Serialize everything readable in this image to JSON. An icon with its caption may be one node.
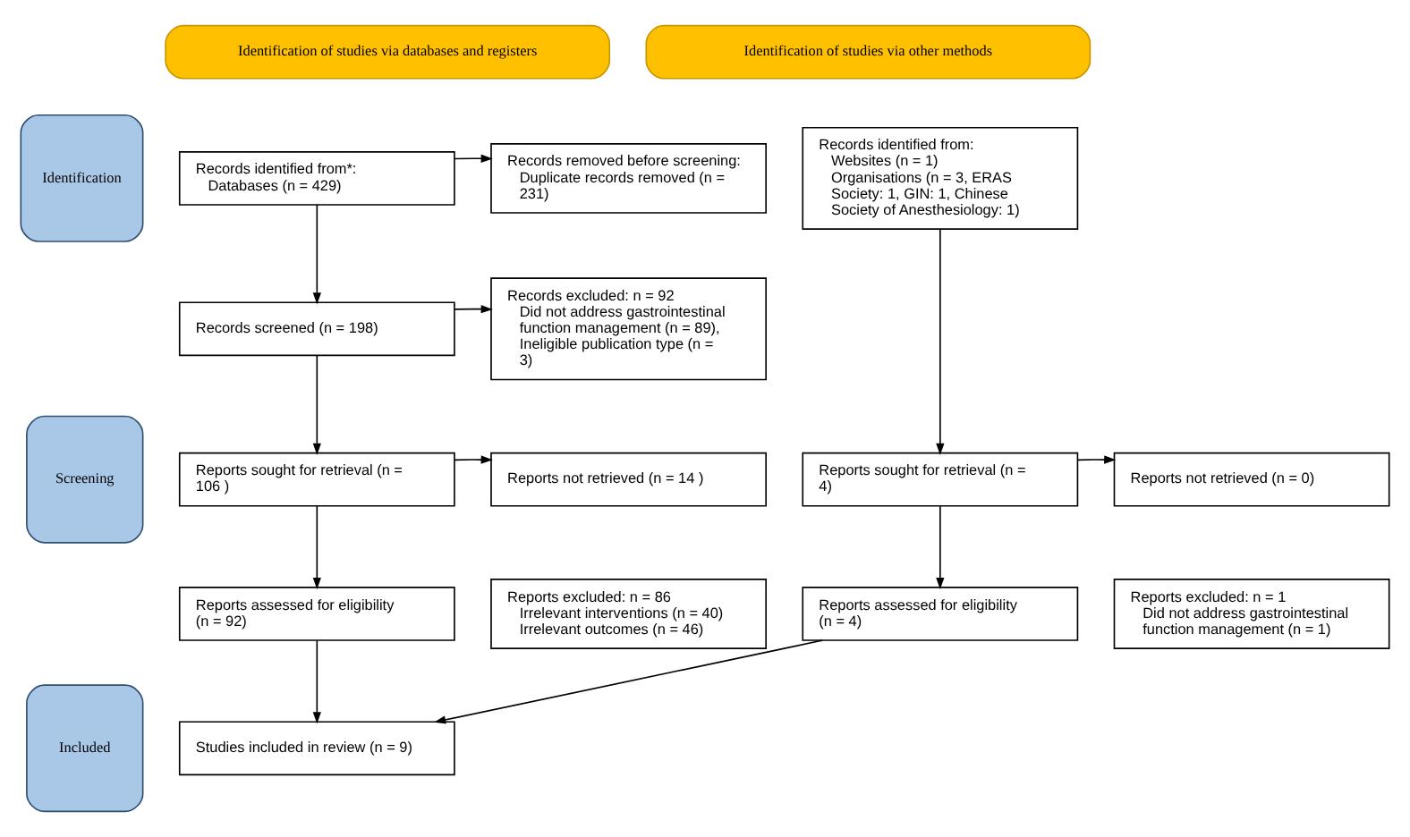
{
  "diagram": {
    "nodes": [
      {
        "text": [
          "Identification of studies via databases and registers"
        ]
      },
      {
        "text": [
          "Identification of studies via other methods"
        ]
      },
      {
        "text": [
          "Identification"
        ]
      },
      {
        "text": [
          "Screening"
        ]
      },
      {
        "text": [
          "Included"
        ]
      },
      {
        "text": [
          "Records identified from*:",
          "Databases (n = 429)"
        ]
      },
      {
        "text": [
          "Records removed before screening:",
          "Duplicate records removed (n = 231)"
        ]
      },
      {
        "text": [
          "Records screened (n = 198)"
        ]
      },
      {
        "text": [
          "Records excluded: n = 92",
          "Did not address gastrointestinal function management (n = 89),",
          "Ineligible publication type (n = 3)"
        ]
      },
      {
        "text": [
          "Reports sought for retrieval (n = 106 )"
        ]
      },
      {
        "text": [
          "Reports not retrieved (n = 14 )"
        ]
      },
      {
        "text": [
          "Reports assessed for eligibility (n = 92)"
        ]
      },
      {
        "text": [
          "Reports excluded: n = 86",
          "Irrelevant interventions (n = 40)",
          "Irrelevant outcomes (n = 46)"
        ]
      },
      {
        "text": [
          "Studies included in review (n = 9)"
        ]
      },
      {
        "text": [
          "Records identified from:",
          "Websites (n = 1)",
          "Organisations (n = 3, ERAS Society: 1, GIN: 1, Chinese Society of Anesthesiology: 1)"
        ]
      },
      {
        "text": [
          "Reports sought for retrieval (n = 4)"
        ]
      },
      {
        "text": [
          "Reports not retrieved (n = 0)"
        ]
      },
      {
        "text": [
          "Reports assessed for eligibility (n = 4)"
        ]
      },
      {
        "text": [
          "Reports excluded: n = 1",
          "Did not address gastrointestinal function management (n = 1)"
        ]
      }
    ],
    "edges": [
      {
        "from": 5,
        "to": 6,
        "arrow": "to"
      },
      {
        "from": 5,
        "to": 7,
        "arrow": "to"
      },
      {
        "from": 7,
        "to": 8,
        "arrow": "to"
      },
      {
        "from": 7,
        "to": 9,
        "arrow": "to"
      },
      {
        "from": 9,
        "to": 10,
        "arrow": "to"
      },
      {
        "from": 9,
        "to": 11,
        "arrow": "to"
      },
      {
        "from": 11,
        "to": 13,
        "arrow": "to"
      },
      {
        "from": 14,
        "to": 15,
        "arrow": "to"
      },
      {
        "from": 15,
        "to": 16,
        "arrow": "to"
      },
      {
        "from": 15,
        "to": 17,
        "arrow": "to"
      },
      {
        "from": 17,
        "to": 13,
        "arrow": "to"
      }
    ]
  }
}
